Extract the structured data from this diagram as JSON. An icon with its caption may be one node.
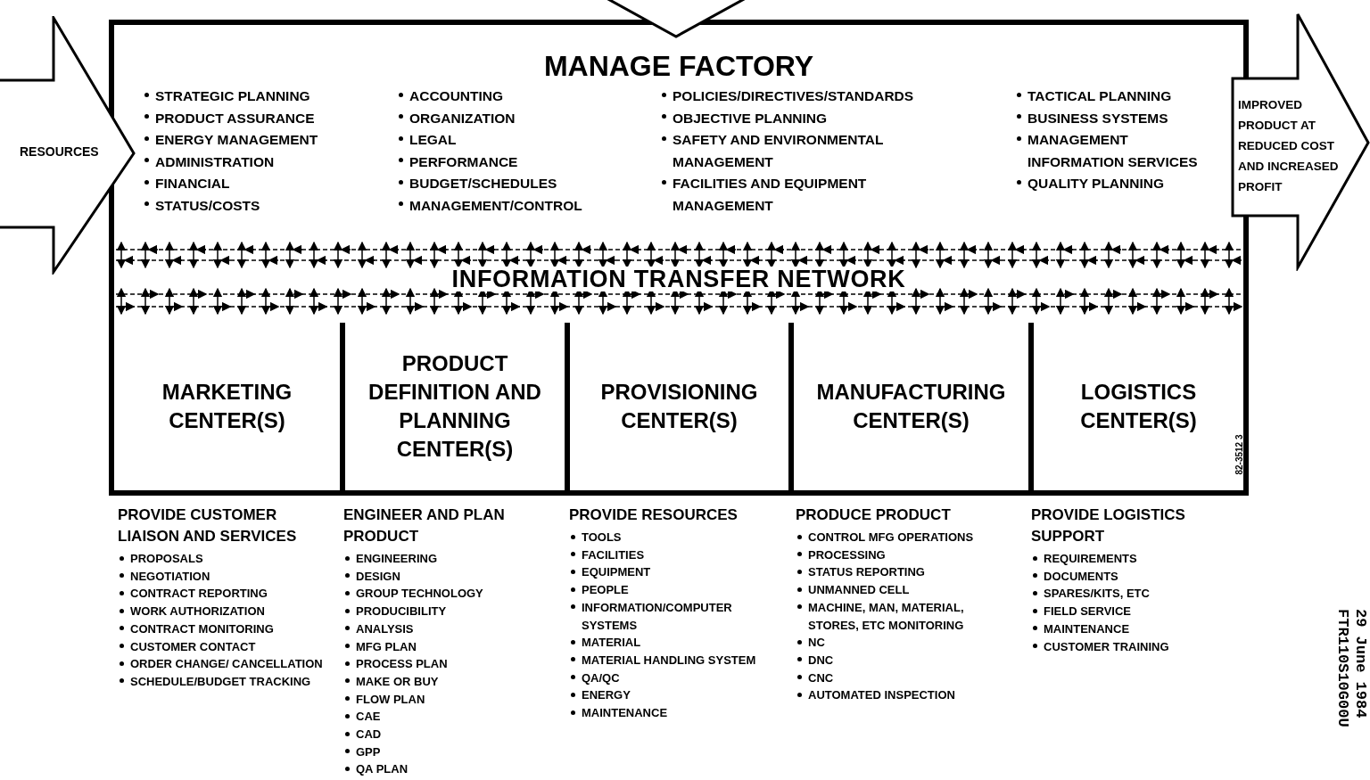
{
  "diagram": {
    "nodes": [
      {
        "text": [
          "MANAGE FACTORY",
          "STRATEGIC PLANNING",
          "PRODUCT ASSURANCE",
          "ENERGY MANAGEMENT",
          "ADMINISTRATION",
          "FINANCIAL",
          "STATUS/COSTS",
          "ACCOUNTING",
          "ORGANIZATION",
          "LEGAL",
          "PERFORMANCE",
          "BUDGET/SCHEDULES",
          "MANAGEMENT/CONTROL",
          "POLICIES/DIRECTIVES/STANDARDS",
          "OBJECTIVE PLANNING",
          "SAFETY AND ENVIRONMENTAL MANAGEMENT",
          "FACILITIES AND EQUIPMENT MANAGEMENT",
          "TACTICAL PLANNING",
          "BUSINESS SYSTEMS",
          "MANAGEMENT INFORMATION SERVICES",
          "QUALITY PLANNING"
        ]
      },
      {
        "text": [
          "INFORMATION TRANSFER NETWORK"
        ],
        "in": 0
      },
      {
        "text": [
          "MARKETING CENTER(S)"
        ],
        "in": 0,
        "beside": [
          "PROVIDE CUSTOMER LIAISON AND SERVICES",
          "PROPOSALS",
          "NEGOTIATION",
          "CONTRACT REPORTING",
          "WORK AUTHORIZATION",
          "CONTRACT MONITORING",
          "CUSTOMER CONTACT",
          "ORDER CHANGE/ CANCELLATION",
          "SCHEDULE/BUDGET TRACKING"
        ]
      },
      {
        "text": [
          "PRODUCT DEFINITION AND PLANNING CENTER(S)"
        ],
        "in": 0,
        "beside": [
          "ENGINEER AND PLAN PRODUCT",
          "ENGINEERING",
          "DESIGN",
          "GROUP TECHNOLOGY",
          "PRODUCIBILITY",
          "ANALYSIS",
          "MFG PLAN",
          "PROCESS PLAN",
          "MAKE OR BUY",
          "FLOW PLAN",
          "CAE",
          "CAD",
          "GPP",
          "QA PLAN"
        ]
      },
      {
        "text": [
          "PROVISIONING CENTER(S)"
        ],
        "in": 0,
        "beside": [
          "PROVIDE RESOURCES",
          "TOOLS",
          "FACILITIES",
          "EQUIPMENT",
          "PEOPLE",
          "INFORMATION/COMPUTER SYSTEMS",
          "MATERIAL",
          "MATERIAL HANDLING SYSTEM",
          "QA/QC",
          "ENERGY",
          "MAINTENANCE"
        ]
      },
      {
        "text": [
          "MANUFACTURING CENTER(S)"
        ],
        "in": 0,
        "beside": [
          "PRODUCE PRODUCT",
          "CONTROL MFG OPERATIONS",
          "PROCESSING",
          "STATUS REPORTING",
          "UNMANNED CELL",
          "MACHINE, MAN, MATERIAL, STORES, ETC MONITORING",
          "NC",
          "DNC",
          "CNC",
          "AUTOMATED INSPECTION"
        ]
      },
      {
        "text": [
          "LOGISTICS CENTER(S)"
        ],
        "in": 0,
        "beside": [
          "PROVIDE LOGISTICS SUPPORT",
          "REQUIREMENTS",
          "DOCUMENTS",
          "SPARES/KITS, ETC",
          "FIELD SERVICE",
          "MAINTENANCE",
          "CUSTOMER TRAINING"
        ]
      },
      {
        "text": [
          "RESOURCES"
        ]
      },
      {
        "text": [
          "IMPROVED PRODUCT AT REDUCED COST AND INCREASED PROFIT"
        ]
      },
      {
        "text": [],
        "shape": "arrow"
      }
    ],
    "labels": [
      "82-3512 3",
      "FTR110S10G00U",
      "29 June 1984"
    ]
  }
}
